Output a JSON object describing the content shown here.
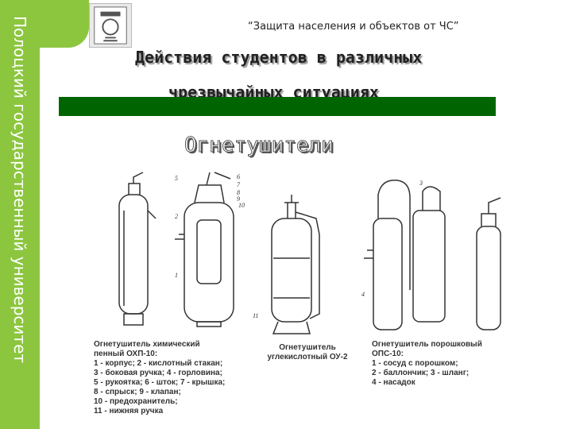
{
  "sidebar": {
    "vertical_text": "Полоцкий государственный университет"
  },
  "header": {
    "course": "“Защита населения и объектов от ЧС”",
    "title_line1": "Действия студентов в различных",
    "title_line2": "чрезвычайных ситуациях"
  },
  "subtitle": "Огнетушители",
  "captions": {
    "left": [
      "Огнетушитель химический",
      "пенный ОХП-10:",
      "1 - корпус; 2 - кислотный стакан;",
      "3 - боковая ручка; 4 - горловина;",
      "5 - рукоятка; 6 - шток; 7 - крышка;",
      "8 - спрыск; 9 - клапан;",
      "10 - предохранитель;",
      "11 - нижняя ручка"
    ],
    "middle": [
      "Огнетушитель",
      "углекислотный ОУ-2"
    ],
    "right": [
      "Огнетушитель порошковый",
      "ОПС-10:",
      "1 - сосуд с порошком;",
      "2 - баллончик; 3 - шланг;",
      "4 - насадок"
    ]
  },
  "figure_labels": [
    "1",
    "2",
    "3",
    "4",
    "5",
    "6",
    "7",
    "8",
    "9",
    "10",
    "11"
  ],
  "colors": {
    "sidebar": "#8cc63f",
    "bar": "#006400"
  }
}
